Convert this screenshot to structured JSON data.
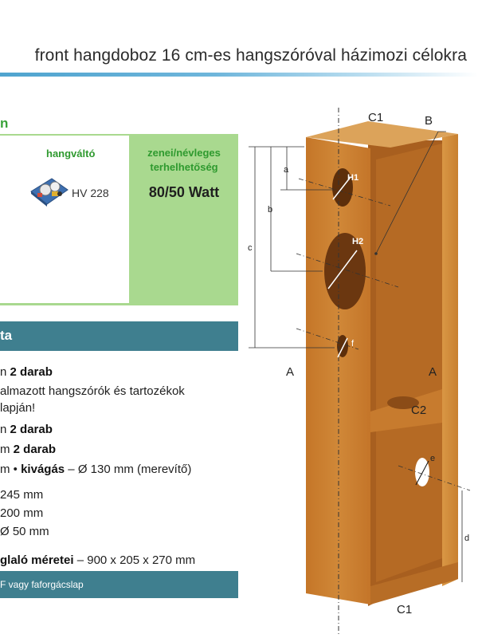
{
  "header": {
    "title": "front hangdoboz 16 cm-es hangszóróval házimozi célokra",
    "section_heading": "n"
  },
  "info_panel": {
    "crossover_label": "hangváltó",
    "crossover_model": "HV 228",
    "load_label_line1": "zenei/névleges",
    "load_label_line2": "terhelhetőség",
    "load_value": "80/50 Watt"
  },
  "parts_bar": {
    "label": "ta"
  },
  "specs": {
    "line1_prefix": "n ",
    "line1_bold": "2 darab",
    "line2": "almazott hangszórók és tartozékok",
    "line3": "lapján!",
    "line4_prefix": "n ",
    "line4_bold": "2 darab",
    "line5_prefix": "m ",
    "line5_bold": "2 darab",
    "line6_prefix": "m • ",
    "line6_bold": "kivágás",
    "line6_suffix": " – Ø 130 mm (merevítő)",
    "line7": " 245 mm",
    "line8": " 200 mm",
    "line9": "Ø 50 mm",
    "line10_bold": "glaló méretei",
    "line10_suffix": " – 900 x 205 x 270 mm"
  },
  "bottom_bar": {
    "label": "F vagy faforgácslap"
  },
  "diagram_labels": {
    "c1_top": "C1",
    "b": "B",
    "h1": "H1",
    "h2": "H2",
    "a_dim": "a",
    "b_dim": "b",
    "c_dim": "c",
    "d_dim": "d",
    "e": "e",
    "f": "f",
    "a_left": "A",
    "a_right": "A",
    "c2": "C2",
    "c1_bottom": "C1"
  },
  "colors": {
    "wood_front": "#c7792c",
    "wood_side": "#d99744",
    "wood_inside": "#a85f1f",
    "green_panel": "#a9d98f",
    "teal_bar": "#3f7f8f",
    "accent_green": "#2f9a2f",
    "title_line": "#4fa4cf"
  }
}
